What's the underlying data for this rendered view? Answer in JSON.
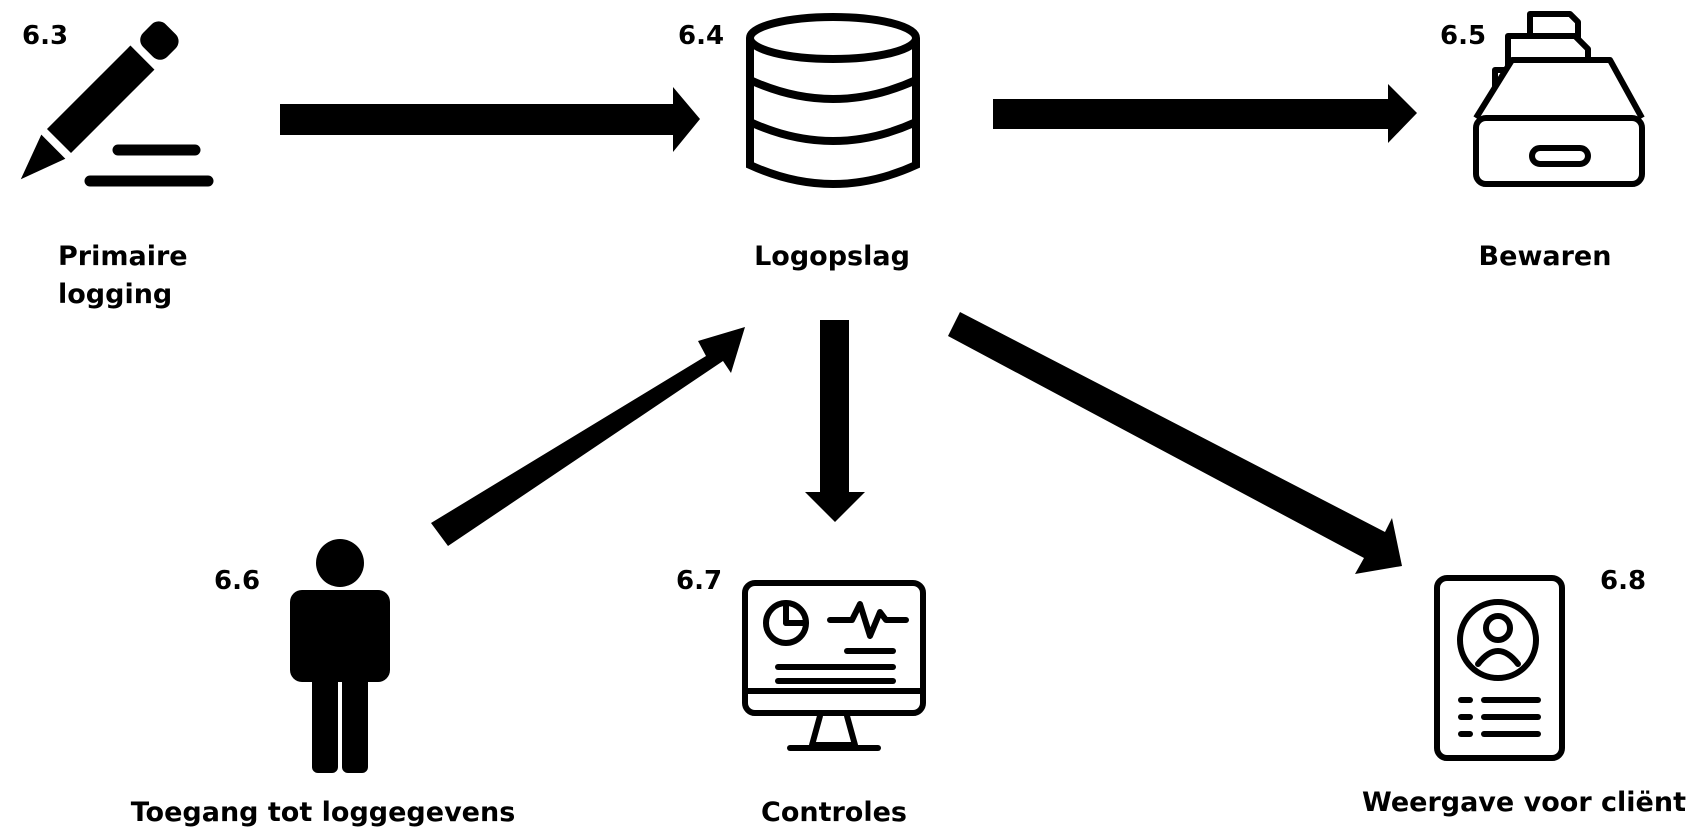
{
  "nodes": {
    "primaire_logging": {
      "number": "6.3",
      "label_lines": [
        "Primaire",
        "logging"
      ],
      "icon": "pencil-icon"
    },
    "logopslag": {
      "number": "6.4",
      "label": "Logopslag",
      "icon": "database-icon"
    },
    "bewaren": {
      "number": "6.5",
      "label": "Bewaren",
      "icon": "archive-tray-icon"
    },
    "toegang": {
      "number": "6.6",
      "label": "Toegang tot loggegevens",
      "icon": "person-icon"
    },
    "controles": {
      "number": "6.7",
      "label": "Controles",
      "icon": "monitor-dashboard-icon"
    },
    "weergave": {
      "number": "6.8",
      "label": "Weergave voor cliënt",
      "icon": "profile-card-icon"
    }
  },
  "edges": [
    {
      "from": "6.3",
      "to": "6.4"
    },
    {
      "from": "6.4",
      "to": "6.5"
    },
    {
      "from": "6.6",
      "to": "6.4"
    },
    {
      "from": "6.4",
      "to": "6.7"
    },
    {
      "from": "6.4",
      "to": "6.8"
    }
  ],
  "colors": {
    "foreground": "#000000",
    "background": "#ffffff"
  }
}
